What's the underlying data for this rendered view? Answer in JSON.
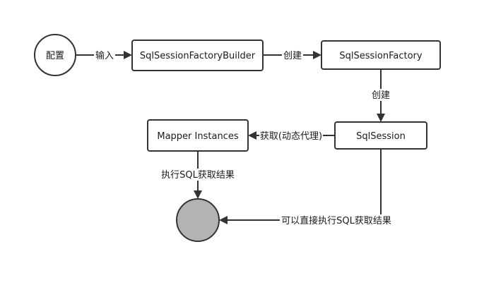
{
  "nodes": {
    "config": "配置",
    "builder": "SqlSessionFactoryBuilder",
    "factory": "SqlSessionFactory",
    "session": "SqlSession",
    "mapper": "Mapper Instances",
    "result": ""
  },
  "edges": {
    "input": "输入",
    "create1": "创建",
    "create2": "创建",
    "get_proxy": "获取(动态代理)",
    "exec_via_mapper": "执行SQL获取结果",
    "exec_direct": "可以直接执行SQL获取结果"
  },
  "colors": {
    "stroke": "#333333",
    "result_fill": "#b3b3b3"
  }
}
